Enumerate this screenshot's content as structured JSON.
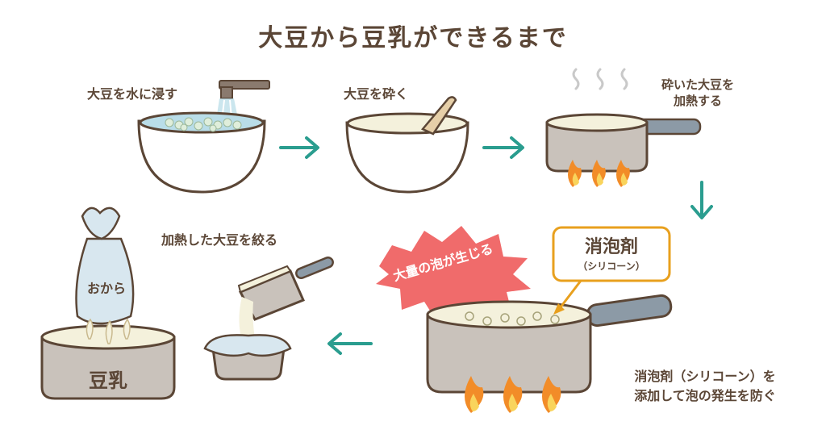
{
  "title": "大豆から豆乳ができるまで",
  "steps": {
    "soak": "大豆を水に浸す",
    "crush": "大豆を砕く",
    "heat_line1": "砕いた大豆を",
    "heat_line2": "加熱する",
    "squeeze": "加熱した大豆を絞る",
    "defoamer_note_line1": "消泡剤（シリコーン）を",
    "defoamer_note_line2": "添加して泡の発生を防ぐ"
  },
  "callouts": {
    "foam_burst": "大量の泡が生じる",
    "defoamer_name": "消泡剤",
    "defoamer_sub": "（シリコーン）"
  },
  "labels": {
    "okara": "おから",
    "soymilk": "豆乳"
  },
  "colors": {
    "text": "#5b4636",
    "arrow": "#2a9d8f",
    "pot": "#c9c2bb",
    "pot_outline": "#7a6a5e",
    "handle": "#8c9aa6",
    "flame_outer": "#f28c28",
    "flame_inner": "#f9d45c",
    "burst": "#f06b6b",
    "callout_border": "#e8a01e",
    "milk": "#f4f1dc",
    "water": "#b9dde8",
    "cloth": "#d8e7ef"
  },
  "icons": [
    "faucet-icon",
    "bowl-icon",
    "pestle-icon",
    "pot-icon",
    "flame-icon",
    "steam-icon",
    "arrow-right-icon",
    "arrow-down-icon",
    "arrow-left-icon",
    "cloth-bag-icon",
    "bubble-icon"
  ]
}
